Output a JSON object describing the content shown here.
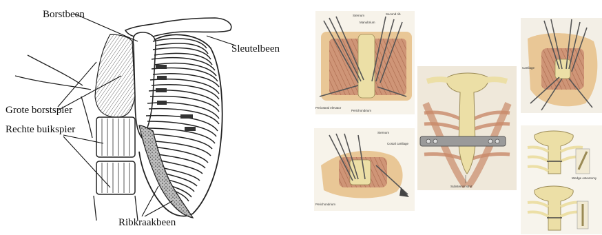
{
  "left_diagram": {
    "labels": {
      "borstbeen": "Borstbeen",
      "sleutelbeen": "Sleutelbeen",
      "grote_borstspier": "Grote borstspier",
      "rechte_buikspier": "Rechte buikspier",
      "ribkraakbeen": "Ribkraakbeen"
    }
  },
  "surgical_panels": {
    "panel_a": {
      "labels": [
        "Sternum",
        "Manubrium",
        "Second rib",
        "Periosteal elevator",
        "Perichondrium"
      ]
    },
    "panel_b": {
      "labels": [
        "Sternum",
        "Costal cartilage",
        "Perichondrium"
      ]
    },
    "panel_c": {
      "labels": [
        "Substernal strut"
      ]
    },
    "panel_d": {
      "labels": [
        "Cartilage"
      ]
    },
    "panel_e": {
      "labels": [
        "Wedge osteotomy"
      ]
    }
  },
  "colors": {
    "line": "#222222",
    "bone": "#ecdfa6",
    "muscle": "#c98a6a",
    "photo_bg": "#f3efe6"
  }
}
